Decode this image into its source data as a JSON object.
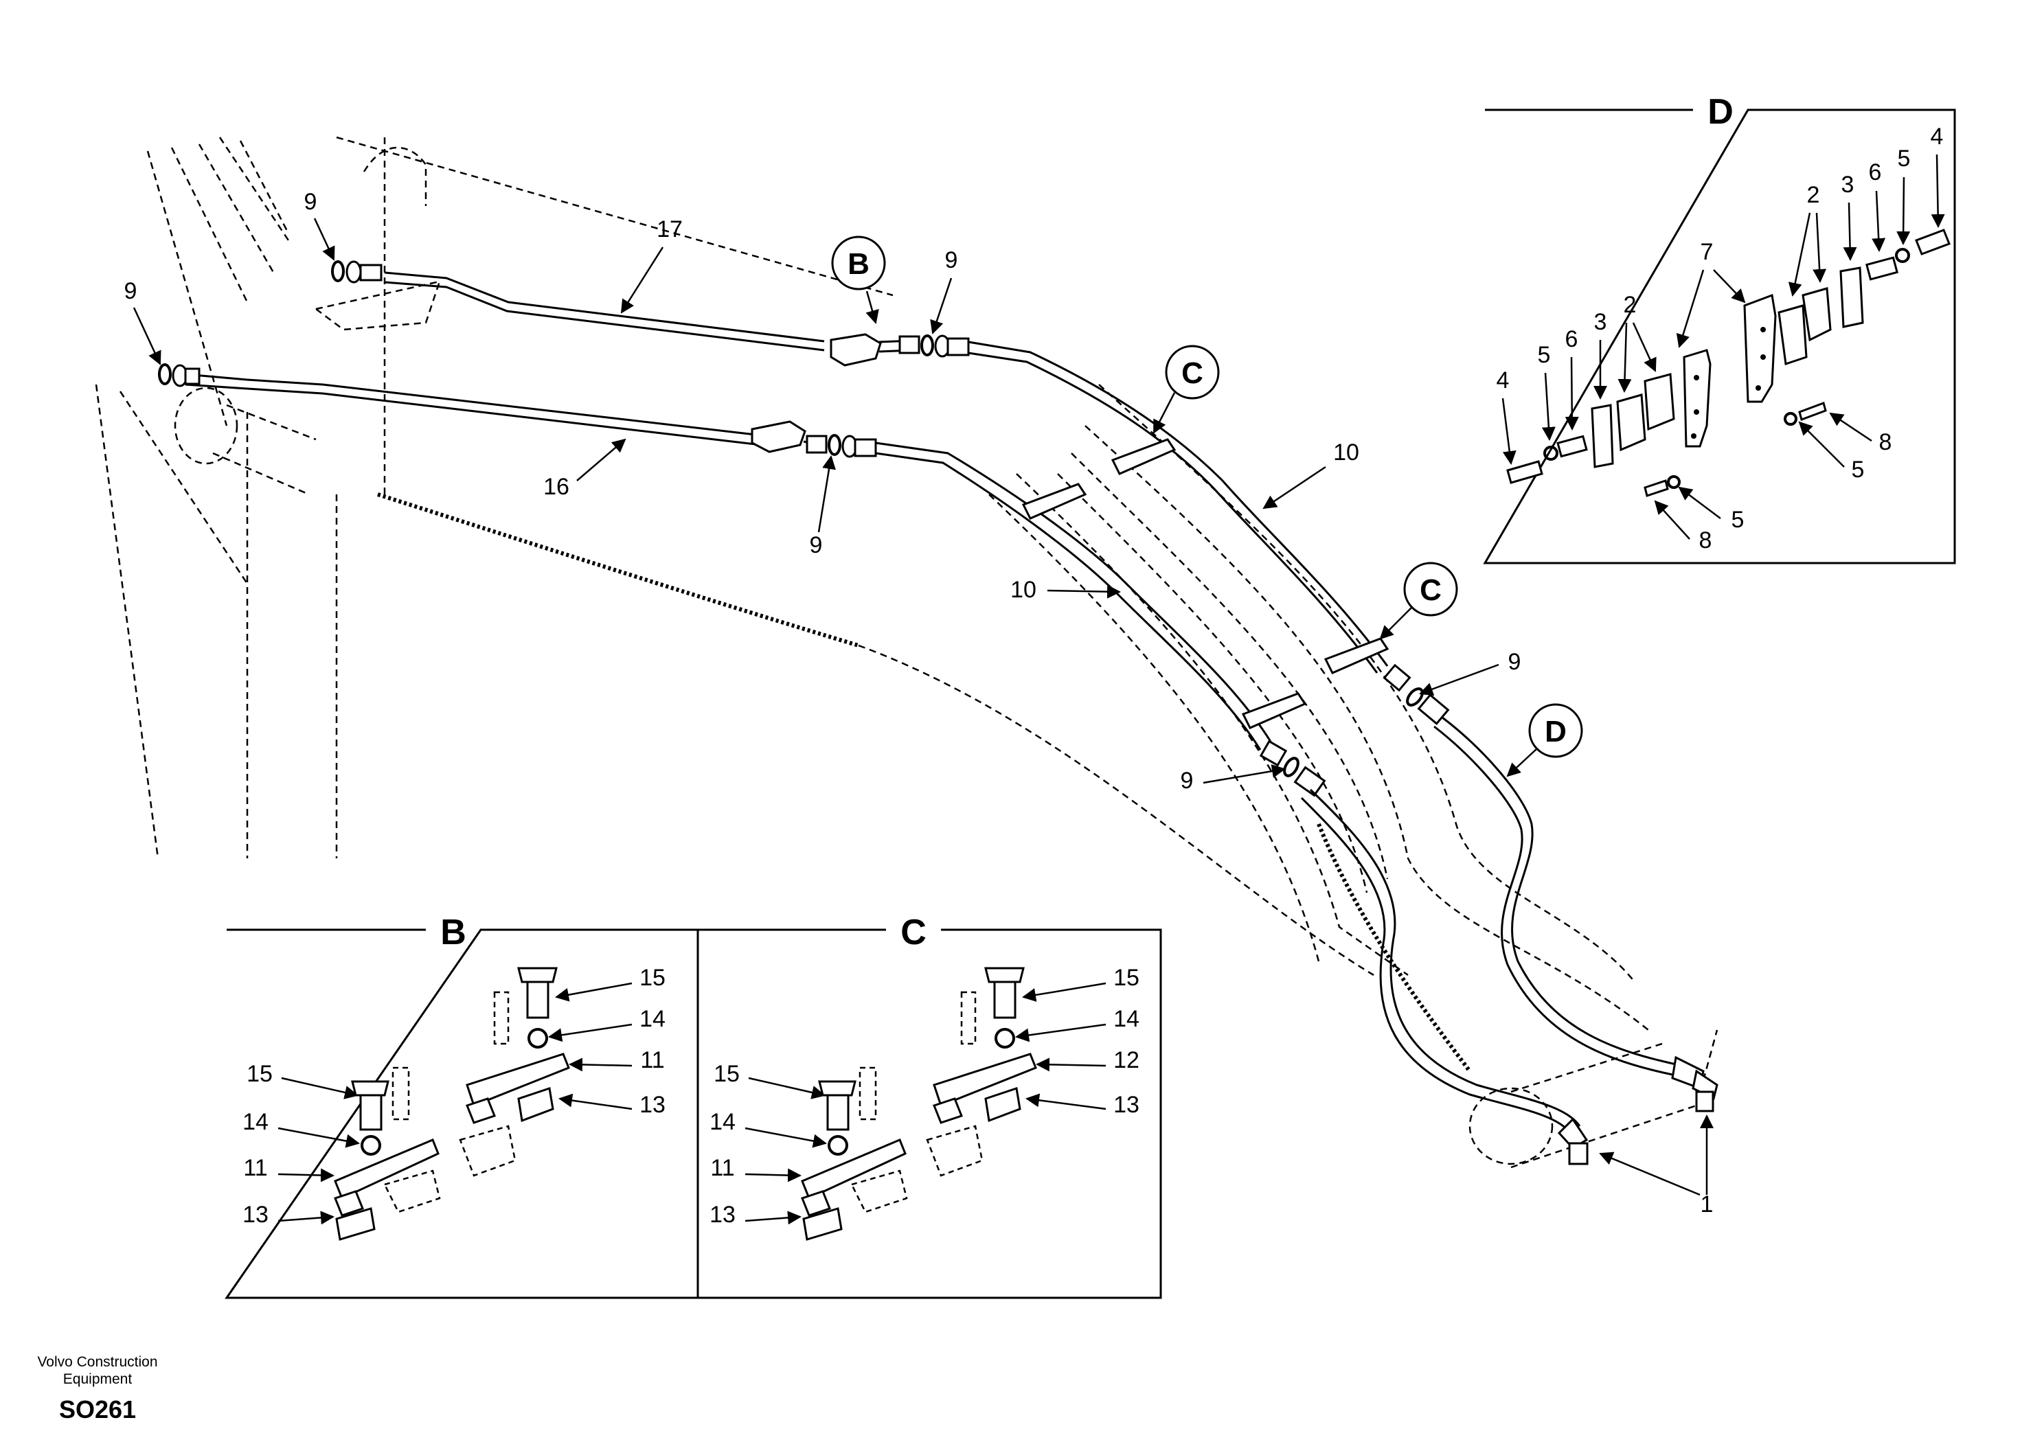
{
  "footer": {
    "brand_line1": "Volvo Construction",
    "brand_line2": "Equipment",
    "code": "SO261"
  },
  "callouts": {
    "B": "B",
    "C": "C",
    "D": "D"
  },
  "detail_boxes": {
    "B": "B",
    "C": "C",
    "D": "D"
  },
  "part_numbers": {
    "p1": "1",
    "p2": "2",
    "p3": "3",
    "p4": "4",
    "p5": "5",
    "p6": "6",
    "p7": "7",
    "p8": "8",
    "p9": "9",
    "p10": "10",
    "p11": "11",
    "p12": "12",
    "p13": "13",
    "p14": "14",
    "p15": "15",
    "p16": "16",
    "p17": "17"
  }
}
